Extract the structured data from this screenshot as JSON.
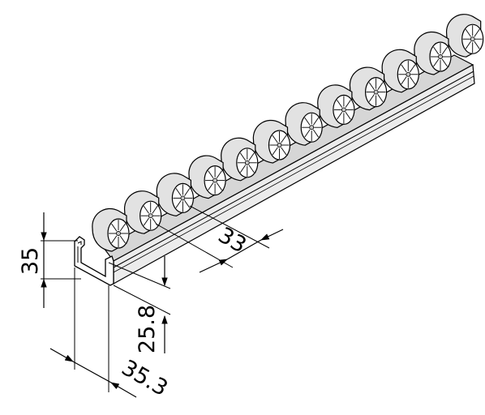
{
  "drawing": {
    "dimensions": {
      "height_total": "35",
      "roller_pitch": "33",
      "height_profile": "25.8",
      "width": "35.3"
    },
    "colors": {
      "line": "#000000",
      "roller_fill": "#e2e2e2",
      "roller_shade": "#c8c8c8",
      "rail_top": "#d6d6d6",
      "rail_side": "#e9e9e9",
      "background": "#ffffff"
    },
    "roller_count": 12
  }
}
